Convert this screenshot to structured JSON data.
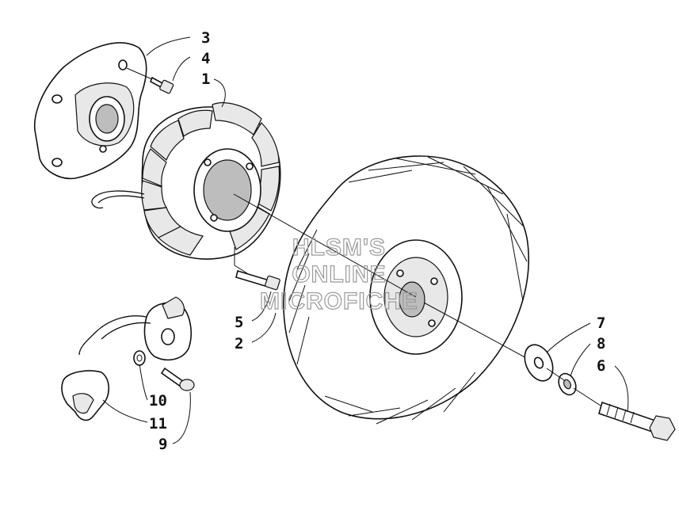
{
  "watermark": {
    "line1": "HLSM'S",
    "line2": "ONLINE",
    "line3": "MICROFICHE"
  },
  "callouts": [
    {
      "id": "3",
      "label": "3"
    },
    {
      "id": "4",
      "label": "4"
    },
    {
      "id": "1",
      "label": "1"
    },
    {
      "id": "5",
      "label": "5"
    },
    {
      "id": "2",
      "label": "2"
    },
    {
      "id": "7",
      "label": "7"
    },
    {
      "id": "8",
      "label": "8"
    },
    {
      "id": "6",
      "label": "6"
    },
    {
      "id": "10",
      "label": "10"
    },
    {
      "id": "11",
      "label": "11"
    },
    {
      "id": "9",
      "label": "9"
    }
  ]
}
